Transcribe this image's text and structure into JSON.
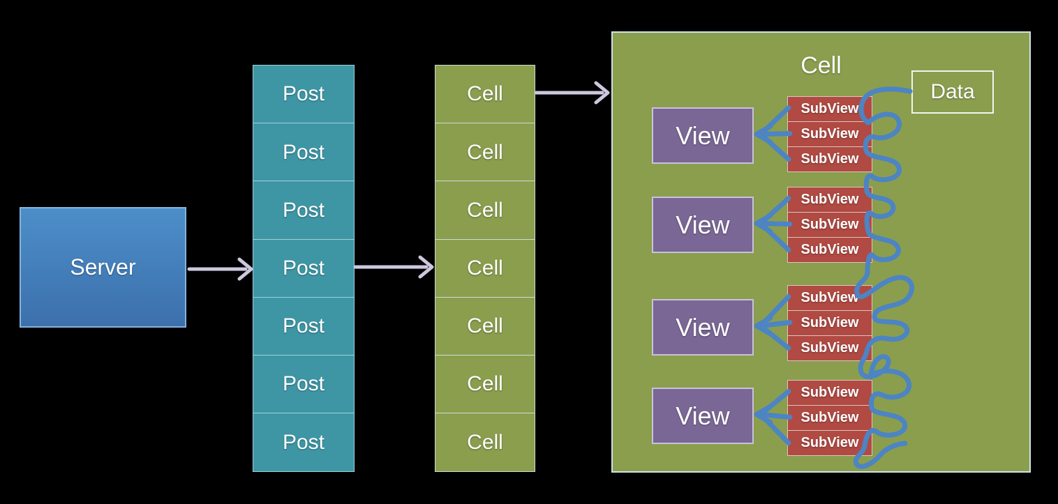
{
  "server": {
    "label": "Server"
  },
  "post_column": {
    "items": [
      "Post",
      "Post",
      "Post",
      "Post",
      "Post",
      "Post",
      "Post"
    ]
  },
  "cell_column": {
    "items": [
      "Cell",
      "Cell",
      "Cell",
      "Cell",
      "Cell",
      "Cell",
      "Cell"
    ]
  },
  "cell_detail": {
    "title": "Cell",
    "data_box": {
      "label": "Data"
    },
    "groups": [
      {
        "view_label": "View",
        "subviews": [
          "SubView",
          "SubView",
          "SubView"
        ]
      },
      {
        "view_label": "View",
        "subviews": [
          "SubView",
          "SubView",
          "SubView"
        ]
      },
      {
        "view_label": "View",
        "subviews": [
          "SubView",
          "SubView",
          "SubView"
        ]
      },
      {
        "view_label": "View",
        "subviews": [
          "SubView",
          "SubView",
          "SubView"
        ]
      }
    ]
  },
  "colors": {
    "background": "#000000",
    "server_blue_top": "#4C8EC9",
    "server_blue_bottom": "#3C70AC",
    "post_teal": "#3E96A5",
    "cell_olive": "#8A9E4E",
    "view_purple": "#7A6795",
    "subview_red": "#B04A43",
    "connector_blue": "#4C84C4",
    "arrow_lavender": "#CDC8DE"
  }
}
